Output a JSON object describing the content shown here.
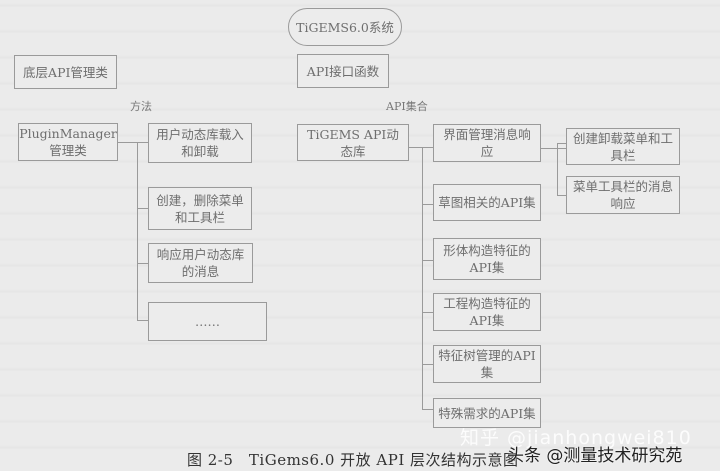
{
  "diagram": {
    "root": "TiGEMS6.0系统",
    "left_header": "底层API管理类",
    "right_header": "API接口函数",
    "left_label": "方法",
    "right_label": "API集合",
    "left_main": "PluginManager 管理类",
    "left_children": [
      "用户动态库载入和卸载",
      "创建，删除菜单和工具栏",
      "响应用户动态库的消息",
      "……"
    ],
    "right_main": "TiGEMS API动态库",
    "right_children": [
      "界面管理消息响应",
      "草图相关的API集",
      "形体构造特征的API集",
      "工程构造特征的API集",
      "特征树管理的API集",
      "特殊需求的API集"
    ],
    "ui_children": [
      "创建卸载菜单和工具栏",
      "菜单工具栏的消息响应"
    ]
  },
  "caption": "图 2-5　TiGems6.0 开放 API 层次结构示意图",
  "watermarks": {
    "zhihu": "知乎 @jianhongwei810",
    "toutiao": "头条 @测量技术研究苑"
  }
}
